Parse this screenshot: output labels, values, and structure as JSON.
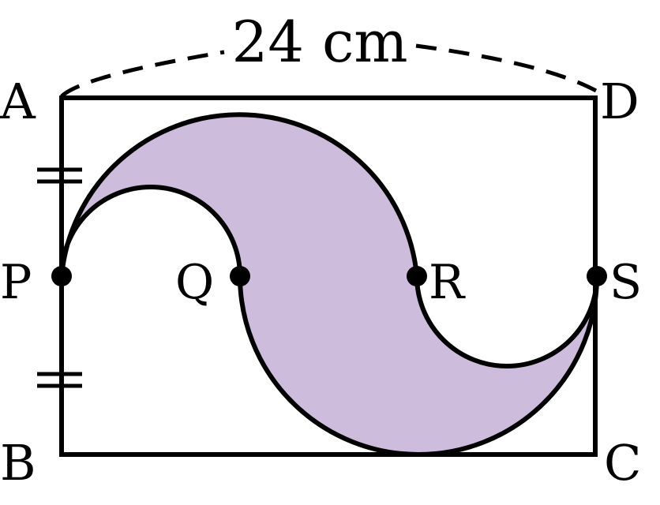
{
  "figure": {
    "dimension_label": "24 cm",
    "vertices": {
      "top_left": "A",
      "top_right": "D",
      "bottom_left": "B",
      "bottom_right": "C"
    },
    "points": {
      "p": "P",
      "q": "Q",
      "r": "R",
      "s": "S"
    }
  },
  "colors": {
    "shaded_region": "#cdbcdc",
    "stroke": "#000000",
    "background": "#ffffff"
  }
}
